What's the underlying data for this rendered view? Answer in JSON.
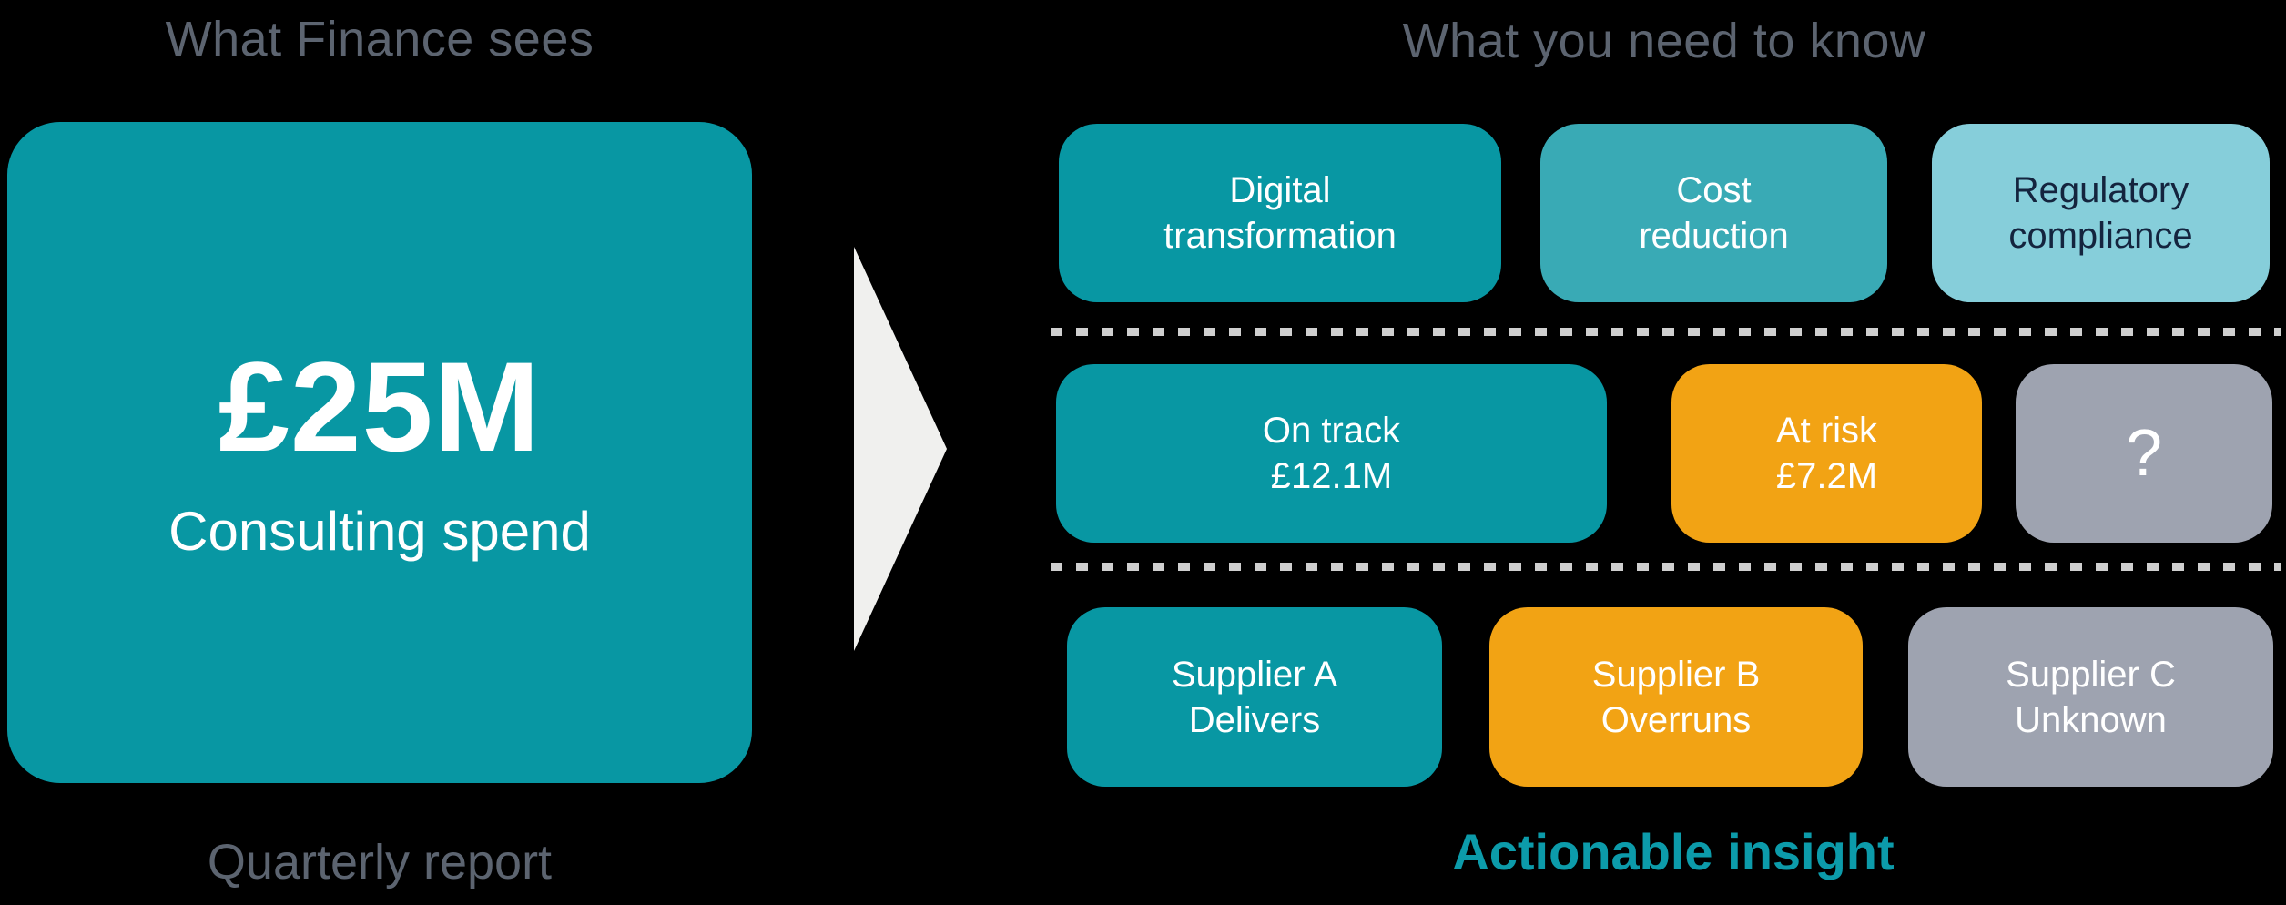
{
  "page": {
    "background": "#000000"
  },
  "colors": {
    "teal_dark": "#0897A3",
    "teal_medium": "#39AAB5",
    "teal_light": "#86CEDA",
    "orange": "#F2A314",
    "gray": "#9EA3B0",
    "slate_text": "#5C6470",
    "navy_text": "#14243E",
    "white_text": "#FFFFFF",
    "dash": "#CFCFCF"
  },
  "left": {
    "header": "What Finance sees",
    "card": {
      "value": "£25M",
      "label": "Consulting spend",
      "bg": "#0897A3",
      "fg": "#FFFFFF"
    },
    "caption": "Quarterly report",
    "caption_color": "#5C6470"
  },
  "arrow": {
    "color": "#F0F0EE"
  },
  "right": {
    "header": "What you need to know",
    "header_color": "#5C6470",
    "rows": [
      {
        "name": "priorities",
        "boxes": [
          {
            "label": "Digital\ntransformation",
            "bg": "#0897A3",
            "fg": "#FFFFFF"
          },
          {
            "label": "Cost\nreduction",
            "bg": "#39AAB5",
            "fg": "#FFFFFF"
          },
          {
            "label": "Regulatory\ncompliance",
            "bg": "#86CEDA",
            "fg": "#14243E"
          }
        ]
      },
      {
        "name": "status",
        "boxes": [
          {
            "label": "On track\n£12.1M",
            "bg": "#0897A3",
            "fg": "#FFFFFF"
          },
          {
            "label": "At risk\n£7.2M",
            "bg": "#F2A314",
            "fg": "#FFFFFF"
          },
          {
            "label": "?",
            "bg": "#9EA3B0",
            "fg": "#FFFFFF"
          }
        ]
      },
      {
        "name": "suppliers",
        "boxes": [
          {
            "label": "Supplier A\nDelivers",
            "bg": "#0897A3",
            "fg": "#FFFFFF"
          },
          {
            "label": "Supplier B\nOverruns",
            "bg": "#F2A314",
            "fg": "#FFFFFF"
          },
          {
            "label": "Supplier C\nUnknown",
            "bg": "#9EA3B0",
            "fg": "#FFFFFF"
          }
        ]
      }
    ],
    "caption": "Actionable insight",
    "caption_color": "#0C9BAA"
  }
}
